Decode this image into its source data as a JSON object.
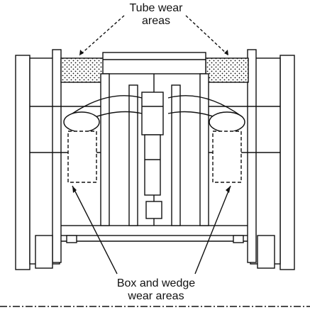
{
  "labels": {
    "top_line1": "Tube wear",
    "top_line2": "areas",
    "bottom_line1": "Box and wedge",
    "bottom_line2": "wear areas"
  }
}
